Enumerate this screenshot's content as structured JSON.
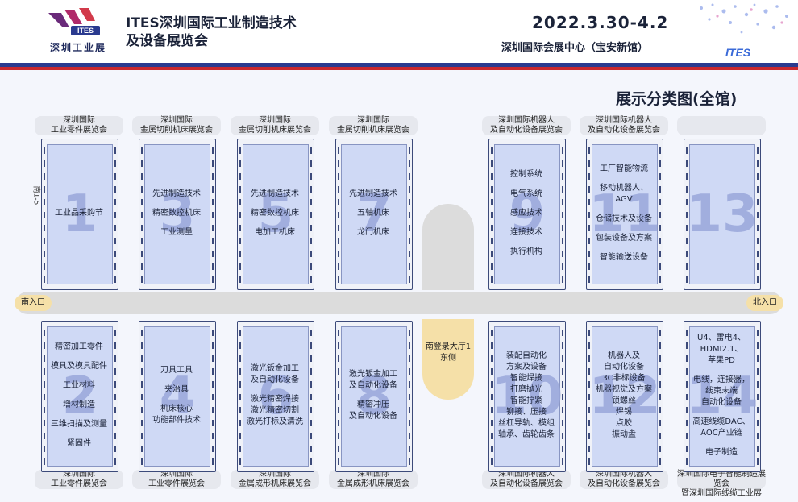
{
  "header": {
    "logo_text": "ITES",
    "logo_cn": "深圳工业展",
    "title_line1": "ITES深圳国际工业制造技术",
    "title_line2": "及设备展览会",
    "date": "2022.3.30-4.2",
    "venue": "深圳国际会展中心（宝安新馆）",
    "brand_deco": "ITES"
  },
  "map_title": "展示分类图(全馆)",
  "south_tag": "南1-5",
  "corridor": {
    "south_entry": "南入口",
    "north_entry": "北入口",
    "lobby_line1": "南登录大厅1",
    "lobby_line2": "东侧"
  },
  "colors": {
    "accent_blue": "#2a3a8f",
    "accent_red": "#c8282e",
    "booth_fill": "#cfd9f5",
    "entry_fill": "#f5e0a8"
  },
  "top_halls": [
    {
      "num": "1",
      "label1": "深圳国际",
      "label2": "工业零件展览会",
      "items": [
        "工业品采购节"
      ]
    },
    {
      "num": "3",
      "label1": "深圳国际",
      "label2": "金属切削机床展览会",
      "items": [
        "先进制造技术",
        "精密数控机床",
        "工业测量"
      ]
    },
    {
      "num": "5",
      "label1": "深圳国际",
      "label2": "金属切削机床展览会",
      "items": [
        "先进制造技术",
        "精密数控机床",
        "电加工机床"
      ]
    },
    {
      "num": "7",
      "label1": "深圳国际",
      "label2": "金属切削机床展览会",
      "items": [
        "先进制造技术",
        "五轴机床",
        "龙门机床"
      ]
    },
    {
      "num": "9",
      "label1": "深圳国际机器人",
      "label2": "及自动化设备展览会",
      "items": [
        "控制系统",
        "电气系统",
        "感应技术",
        "连接技术",
        "执行机构"
      ]
    },
    {
      "num": "11",
      "label1": "深圳国际机器人",
      "label2": "及自动化设备展览会",
      "items": [
        "工厂智能物流",
        "移动机器人、AGV",
        "仓储技术及设备",
        "包装设备及方案",
        "智能输送设备"
      ]
    },
    {
      "num": "13",
      "label1": "",
      "label2": "",
      "items": []
    }
  ],
  "bottom_halls": [
    {
      "num": "2",
      "label1": "深圳国际",
      "label2": "工业零件展览会",
      "items": [
        "精密加工零件",
        "模具及模具配件",
        "工业材料",
        "增材制造",
        "三维扫描及测量",
        "紧固件"
      ]
    },
    {
      "num": "4",
      "label1": "深圳国际",
      "label2": "工业零件展览会",
      "items": [
        "刀具工具",
        "夹治具",
        "机床核心\n功能部件技术"
      ]
    },
    {
      "num": "6",
      "label1": "深圳国际",
      "label2": "金属成形机床展览会",
      "items": [
        "激光钣金加工\n及自动化设备",
        "激光精密焊接\n激光精密切割\n激光打标及清洗"
      ]
    },
    {
      "num": "8",
      "label1": "深圳国际",
      "label2": "金属成形机床展览会",
      "items": [
        "激光钣金加工\n及自动化设备",
        "精密冲压\n及自动化设备"
      ]
    },
    {
      "num": "10",
      "label1": "深圳国际机器人",
      "label2": "及自动化设备展览会",
      "items": [
        "装配自动化\n方案及设备\n智能焊接\n打磨抛光\n智能拧紧\n铆接、压接\n丝杠导轨、模组\n轴承、齿轮齿条"
      ]
    },
    {
      "num": "12",
      "label1": "深圳国际机器人",
      "label2": "及自动化设备展览会",
      "items": [
        "机器人及\n自动化设备\n3C非标设备\n机器视觉及方案\n锁螺丝\n焊锡\n点胶\n振动盘"
      ]
    },
    {
      "num": "14",
      "label1": "深圳国际电子智能制造展览会",
      "label2": "暨深圳国际线缆工业展",
      "items": [
        "U4、雷电4、\nHDMI2.1、\n苹果PD",
        "电线，连接器，\n线束末端\n自动化设备",
        "高速线缆DAC、\nAOC产业链",
        "电子制造"
      ]
    }
  ]
}
